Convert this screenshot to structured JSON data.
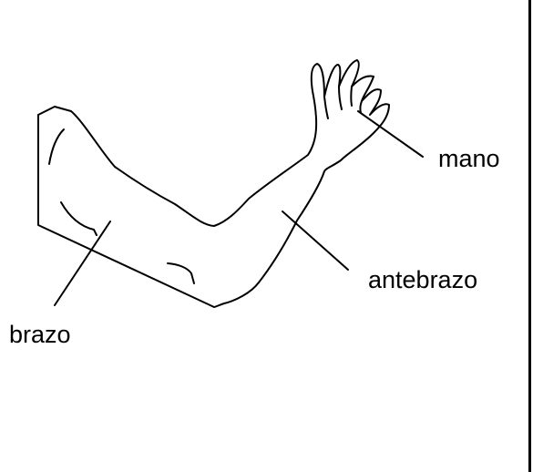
{
  "labels": {
    "hand": "mano",
    "forearm": "antebrazo",
    "upper_arm": "brazo"
  },
  "colors": {
    "ink": "#000000",
    "background": "#ffffff"
  }
}
